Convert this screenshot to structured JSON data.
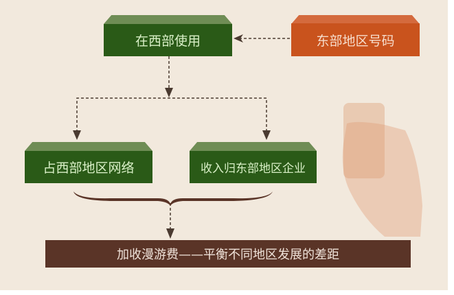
{
  "nodes": {
    "west_use": "在西部使用",
    "east_number": "东部地区号码",
    "occupy_west_network": "占西部地区网络",
    "revenue_east_enterprise": "收入归东部地区企业",
    "conclusion": "加收漫游费——平衡不同地区发展的差距"
  },
  "colors": {
    "green": "#2a5a17",
    "orange": "#c9531d",
    "brown": "#5a3427",
    "background": "#f2e9dd"
  }
}
